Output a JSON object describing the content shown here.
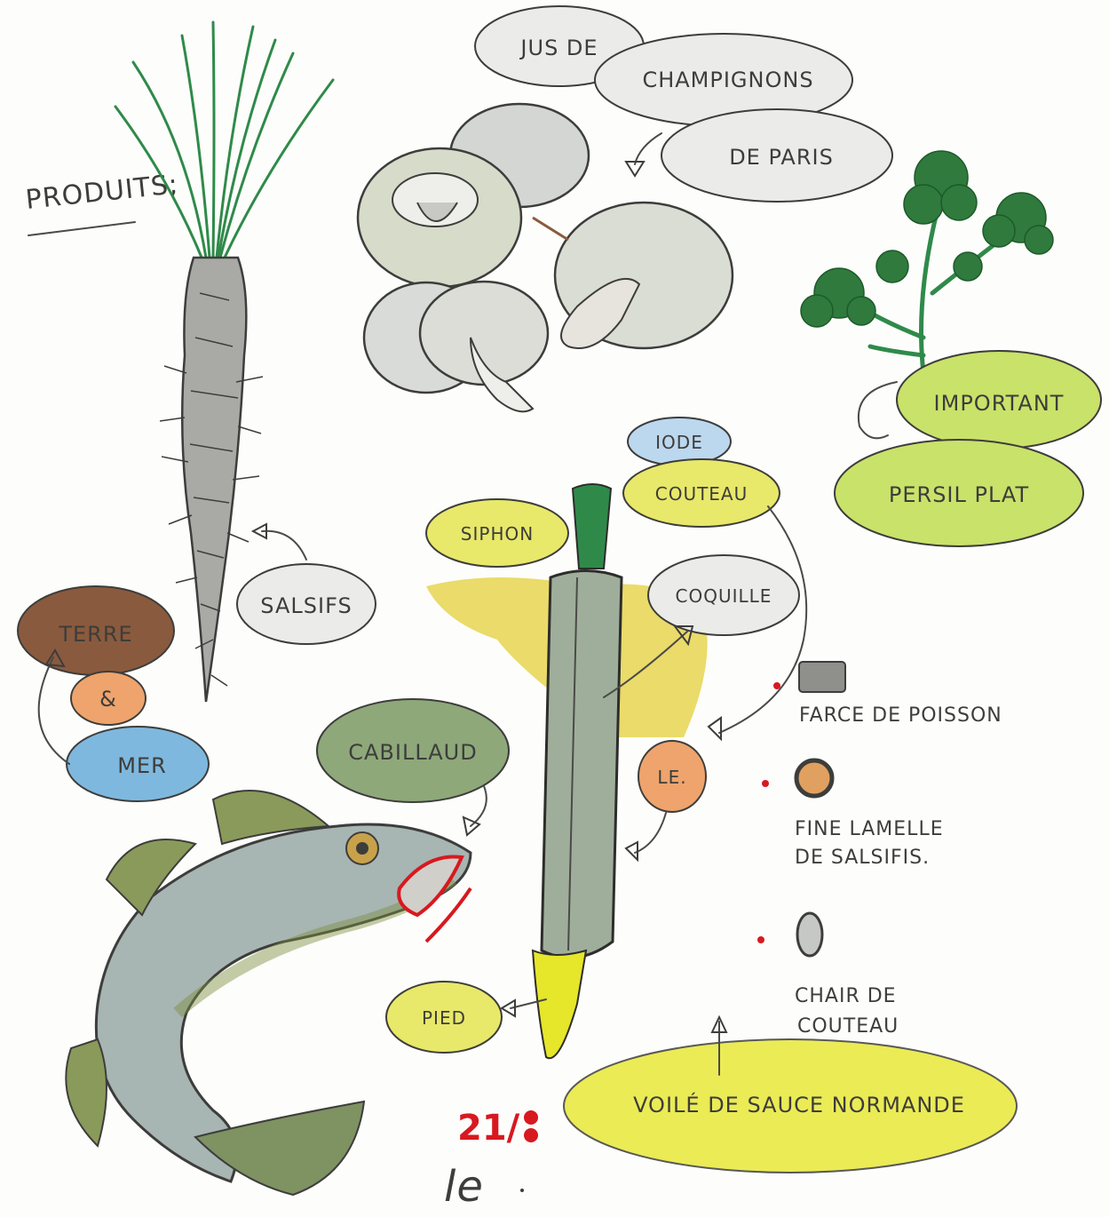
{
  "title": "PRODUITS;",
  "bubbles": {
    "jus1": "JUS DE",
    "jus2": "CHAMPIGNONS",
    "jus3": "DE PARIS",
    "important": "IMPORTANT",
    "persil": "PERSIL PLAT",
    "iode": "IODE",
    "couteau": "COUTEAU",
    "siphon": "SIPHON",
    "coquille": "COQUILLE",
    "salsifs": "SALSIFS",
    "terre": "TERRE",
    "and": "&",
    "mer": "MER",
    "cabillaud": "CABILLAUD",
    "le": "LE.",
    "pied": "PIED",
    "voile": "VOILÉ DE SAUCE NORMANDE"
  },
  "legend": {
    "farce": "FARCE DE POISSON",
    "lamelle1": "FINE LAMELLE",
    "lamelle2": "DE SALSIFIS.",
    "chair1": "CHAIR DE",
    "chair2": "COUTEAU"
  },
  "page_number": "21/",
  "signature": "le",
  "colors": {
    "yellow": "#e8e86a",
    "lime": "#c9e26a",
    "blue": "#7fb8de",
    "light_blue": "#bcd8ee",
    "orange": "#eea46c",
    "brown": "#8a5a3e",
    "red": "#d71920",
    "green": "#2f8a4a"
  }
}
